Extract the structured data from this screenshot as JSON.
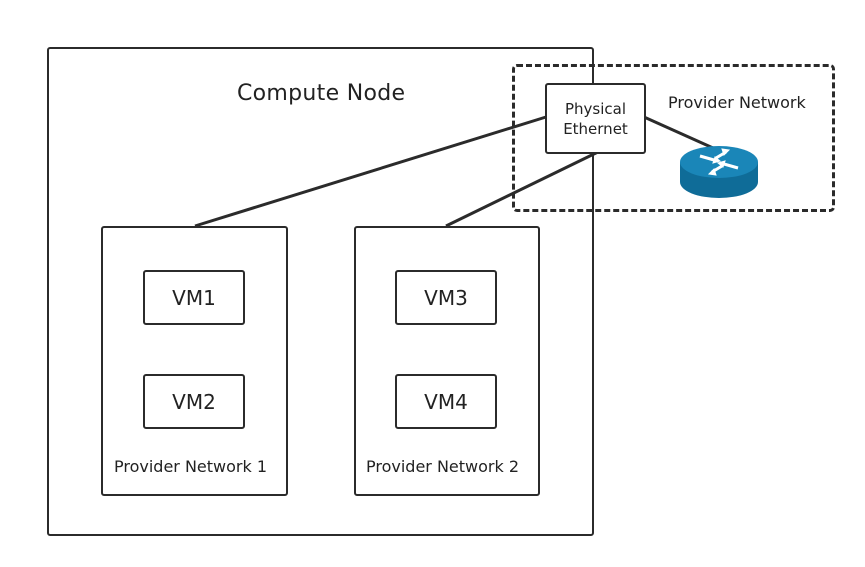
{
  "compute_node": {
    "title": "Compute Node"
  },
  "provider_area": {
    "title": "Provider Network"
  },
  "physical_ethernet": {
    "line1": "Physical",
    "line2": "Ethernet"
  },
  "router": {
    "icon": "router-icon",
    "color": "#1a7ba6"
  },
  "groups": [
    {
      "label": "Provider Network 1",
      "vms": [
        "VM1",
        "VM2"
      ]
    },
    {
      "label": "Provider Network 2",
      "vms": [
        "VM3",
        "VM4"
      ]
    }
  ]
}
